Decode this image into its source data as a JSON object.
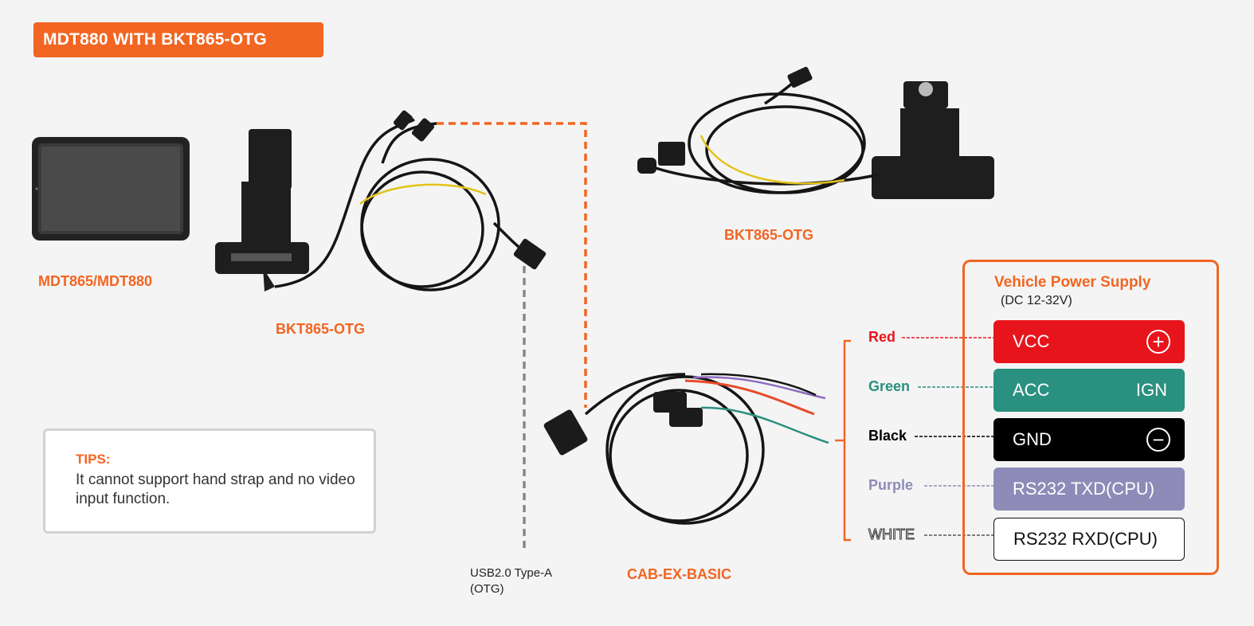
{
  "header": {
    "title": "MDT880 WITH BKT865-OTG"
  },
  "labels": {
    "tablet": "MDT865/MDT880",
    "bracket_left": "BKT865-OTG",
    "bracket_top": "BKT865-OTG",
    "cable": "CAB-EX-BASIC",
    "usb_line1": "USB2.0 Type-A",
    "usb_line2": "(OTG)"
  },
  "tips": {
    "title": "TIPS:",
    "text": "It cannot support hand strap and no video input function."
  },
  "power_supply": {
    "title": "Vehicle Power Supply",
    "subtitle": "(DC 12-32V)",
    "pins": [
      {
        "wire": "Red",
        "wire_color": "#e8141c",
        "fill": "#e8141c",
        "text_color": "#ffffff",
        "label": "VCC",
        "symbol": "+",
        "symbol_type": "plus-circle-icon"
      },
      {
        "wire": "Green",
        "wire_color": "#2a9080",
        "fill": "#2a9080",
        "text_color": "#ffffff",
        "label": "ACC",
        "symbol": "IGN",
        "symbol_type": "text"
      },
      {
        "wire": "Black",
        "wire_color": "#000000",
        "fill": "#000000",
        "text_color": "#ffffff",
        "label": "GND",
        "symbol": "−",
        "symbol_type": "minus-circle-icon"
      },
      {
        "wire": "Purple",
        "wire_color": "#8e8bb8",
        "fill": "#8e8bb8",
        "text_color": "#ffffff",
        "label": "RS232 TXD(CPU)",
        "symbol": "",
        "symbol_type": "none"
      },
      {
        "wire": "WHITE",
        "wire_color": "#ffffff",
        "fill": "#ffffff",
        "text_color": "#111111",
        "label": "RS232 RXD(CPU)",
        "symbol": "",
        "symbol_type": "none"
      }
    ]
  },
  "colors": {
    "accent": "#f26522",
    "background": "#f4f4f4"
  }
}
